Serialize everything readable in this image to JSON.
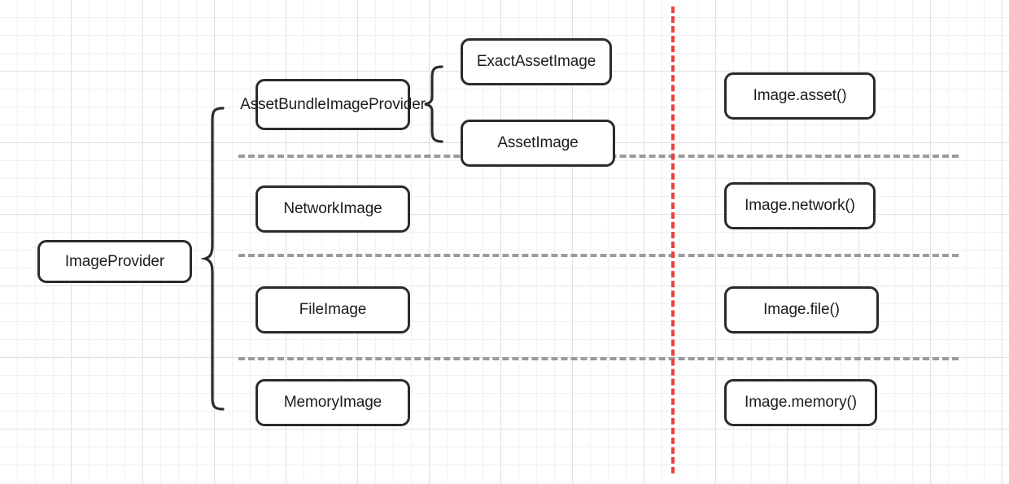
{
  "diagram": {
    "title": "ImageProvider class hierarchy and Image constructors",
    "background": {
      "grid_minor_color": "#f1f1f1",
      "grid_major_color": "#e0e0e0",
      "page_color": "#ffffff"
    },
    "colors": {
      "node_border": "#2b2b2b",
      "node_fill": "#ffffff",
      "node_text": "#1c1c1c",
      "separator_gray": "#9b9b9b",
      "divider_red": "#e8413c"
    },
    "root": {
      "label": "ImageProvider"
    },
    "providers": [
      {
        "label": "AssetBundleImageProvider",
        "wrapped": true
      },
      {
        "label": "NetworkImage",
        "wrapped": false
      },
      {
        "label": "FileImage",
        "wrapped": false
      },
      {
        "label": "MemoryImage",
        "wrapped": false
      }
    ],
    "asset_subclasses": [
      {
        "label": "ExactAssetImage"
      },
      {
        "label": "AssetImage"
      }
    ],
    "constructors": [
      {
        "label": "Image.asset()"
      },
      {
        "label": "Image.network()"
      },
      {
        "label": "Image.file()"
      },
      {
        "label": "Image.memory()"
      }
    ],
    "separators": {
      "horizontal_count": 3,
      "vertical_divider": "red-dashed-vertical-divider"
    },
    "braces": {
      "root_brace": "curly-brace-right-large",
      "asset_brace": "curly-brace-right-small"
    }
  }
}
